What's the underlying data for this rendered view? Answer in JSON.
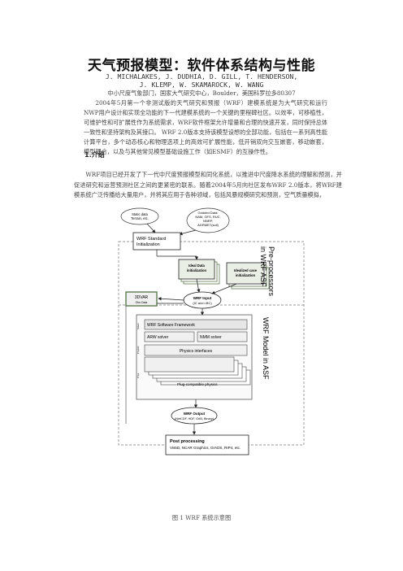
{
  "paper": {
    "title": "天气预报模型：软件体系结构与性能",
    "authors_line1": "J. MICHALAKES, J. DUDHIA, D. GILL, T. HENDERSON,",
    "authors_line2": "J. KLEMP, W. SKAMAROCK, W. WANG",
    "affiliation": "中小尺度气象部门，国家大气研究中心，Boulder，美国科罗拉多80307",
    "abstract": "2004年5月第一个非测试版的天气研究和预报（WRF）建模系统是为大气研究和运行NWP用户设计和实现全功能的下一代建模系统的一个关键的里程碑社区。以效率，可移植性，可维护性和可扩展性作为系统需求，WRF软件框架允许增量和合理的快速开发，同时保持总体一致性和坚持架构及其接口。 WRF 2.0版本支持该模型设想的全部功能，包括在一系列高性能计算平台，多个动态核心和物理选项上的高效可扩展性能，低开销双向交互嵌套，移动嵌套，模型耦合，以及与其他常见模型基础设施工作（如ESMF）的互操作性。",
    "section1_heading": "1.介绍",
    "intro": "WRF项目已经开发了下一代中尺度预报模型和同化系统，以推进中尺度降水系统的理解和预测，并促进研究和运营预测社区之间的更紧密的联系。随着2004年5月向社区发布WRF 2.0版本，将WRF建模系统广泛传播给大量用户，并将其应用于各种领域，包括风暴规模研究和预测，空气质量模拟，",
    "figure_caption": "图 1 WRF 系统示意图"
  },
  "figure": {
    "static_data": [
      "Static data",
      "Terrain, etc."
    ],
    "gridded_data": [
      "Gridded Data:",
      "NAM, GFS, RUC,",
      "NNRP,",
      "AGRMET(soil)"
    ],
    "standard_init": [
      "WRF Standard",
      "Initialization"
    ],
    "ideal_data": [
      "Ideal Data",
      "initialization"
    ],
    "idealized_case": [
      "Idealized case",
      "initialization"
    ],
    "threedvar": "3DVAR",
    "obs_data": "Obs Data",
    "wrf_input": [
      "WRF Input",
      "(IC and LBC)"
    ],
    "software_framework": "WRF Software Framework",
    "arw_solver": "ARW solver",
    "nmm_solver": "NMM solver",
    "physics_interfaces": "Physics interfaces",
    "plug_physics": "Plug-compatible physics",
    "wrf_output": [
      "WRF Output",
      "(NetCDF, HDF, GrIB, Binary)"
    ],
    "post_title": "Post processing",
    "post_list": "Vis5D, NCAR Graphics, GrADS, RIP4, etc.",
    "preproc_label": [
      "Pre-processors",
      "in WRF ASF"
    ],
    "model_label": "WRF Model in ASF",
    "side_labels": [
      "Solver",
      "Physics",
      "Phys"
    ]
  },
  "colors": {
    "accent": "#2b2b2b",
    "shadow_green": "#5b7a4e",
    "box_fill": "#f0f0f0"
  }
}
